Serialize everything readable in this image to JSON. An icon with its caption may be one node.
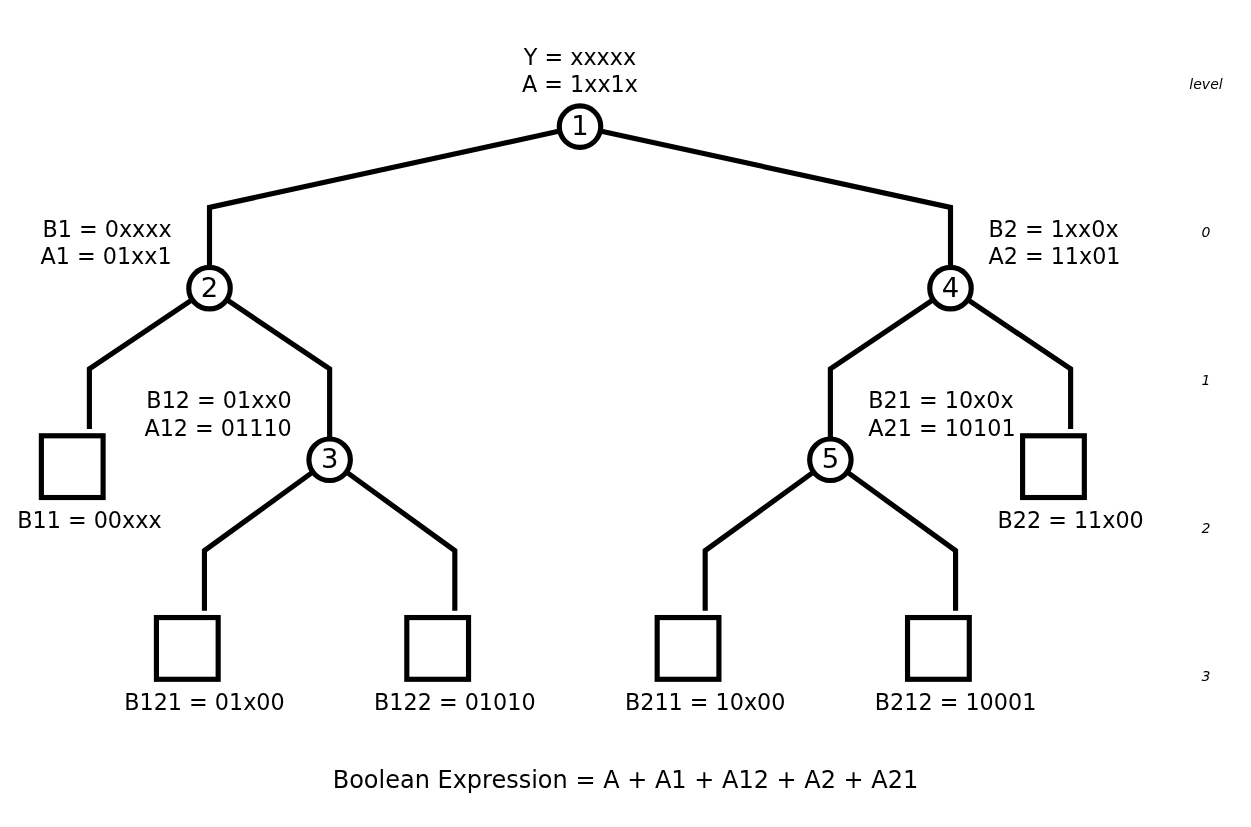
{
  "diagram": {
    "caption": "Boolean Expression = A + A1 + A12 + A2 + A21",
    "nodes": [
      {
        "text": [
          "1"
        ],
        "beside": [
          "Y = xxxxx",
          "A = 1xx1x"
        ]
      },
      {
        "text": [
          "2"
        ],
        "beside": [
          "B1 = 0xxxx",
          "A1 = 01xx1"
        ]
      },
      {
        "text": [
          "4"
        ],
        "beside": [
          "B2 = 1xx0x",
          "A2 = 11x01"
        ]
      },
      {
        "text": [],
        "shape": "box",
        "beside": [
          "B11 = 00xxx"
        ]
      },
      {
        "text": [
          "3"
        ],
        "beside": [
          "B12 = 01xx0",
          "A12 = 01110"
        ]
      },
      {
        "text": [
          "5"
        ],
        "beside": [
          "B21 = 10x0x",
          "A21 = 10101"
        ]
      },
      {
        "text": [],
        "shape": "box",
        "beside": [
          "B22 = 11x00"
        ]
      },
      {
        "text": [],
        "shape": "box",
        "beside": [
          "B121 = 01x00"
        ]
      },
      {
        "text": [],
        "shape": "box",
        "beside": [
          "B122 = 01010"
        ]
      },
      {
        "text": [],
        "shape": "box",
        "beside": [
          "B211 = 10x00"
        ]
      },
      {
        "text": [],
        "shape": "box",
        "beside": [
          "B212 = 10001"
        ]
      }
    ],
    "edges": [
      {
        "from": 0,
        "to": 1,
        "arrow": "none"
      },
      {
        "from": 0,
        "to": 2,
        "arrow": "none"
      },
      {
        "from": 1,
        "to": 3,
        "arrow": "none"
      },
      {
        "from": 1,
        "to": 4,
        "arrow": "none"
      },
      {
        "from": 2,
        "to": 5,
        "arrow": "none"
      },
      {
        "from": 2,
        "to": 6,
        "arrow": "none"
      },
      {
        "from": 4,
        "to": 7,
        "arrow": "none"
      },
      {
        "from": 4,
        "to": 8,
        "arrow": "none"
      },
      {
        "from": 5,
        "to": 9,
        "arrow": "none"
      },
      {
        "from": 5,
        "to": 10,
        "arrow": "none"
      }
    ],
    "labels": [
      "level",
      "0",
      "1",
      "2",
      "3"
    ]
  }
}
